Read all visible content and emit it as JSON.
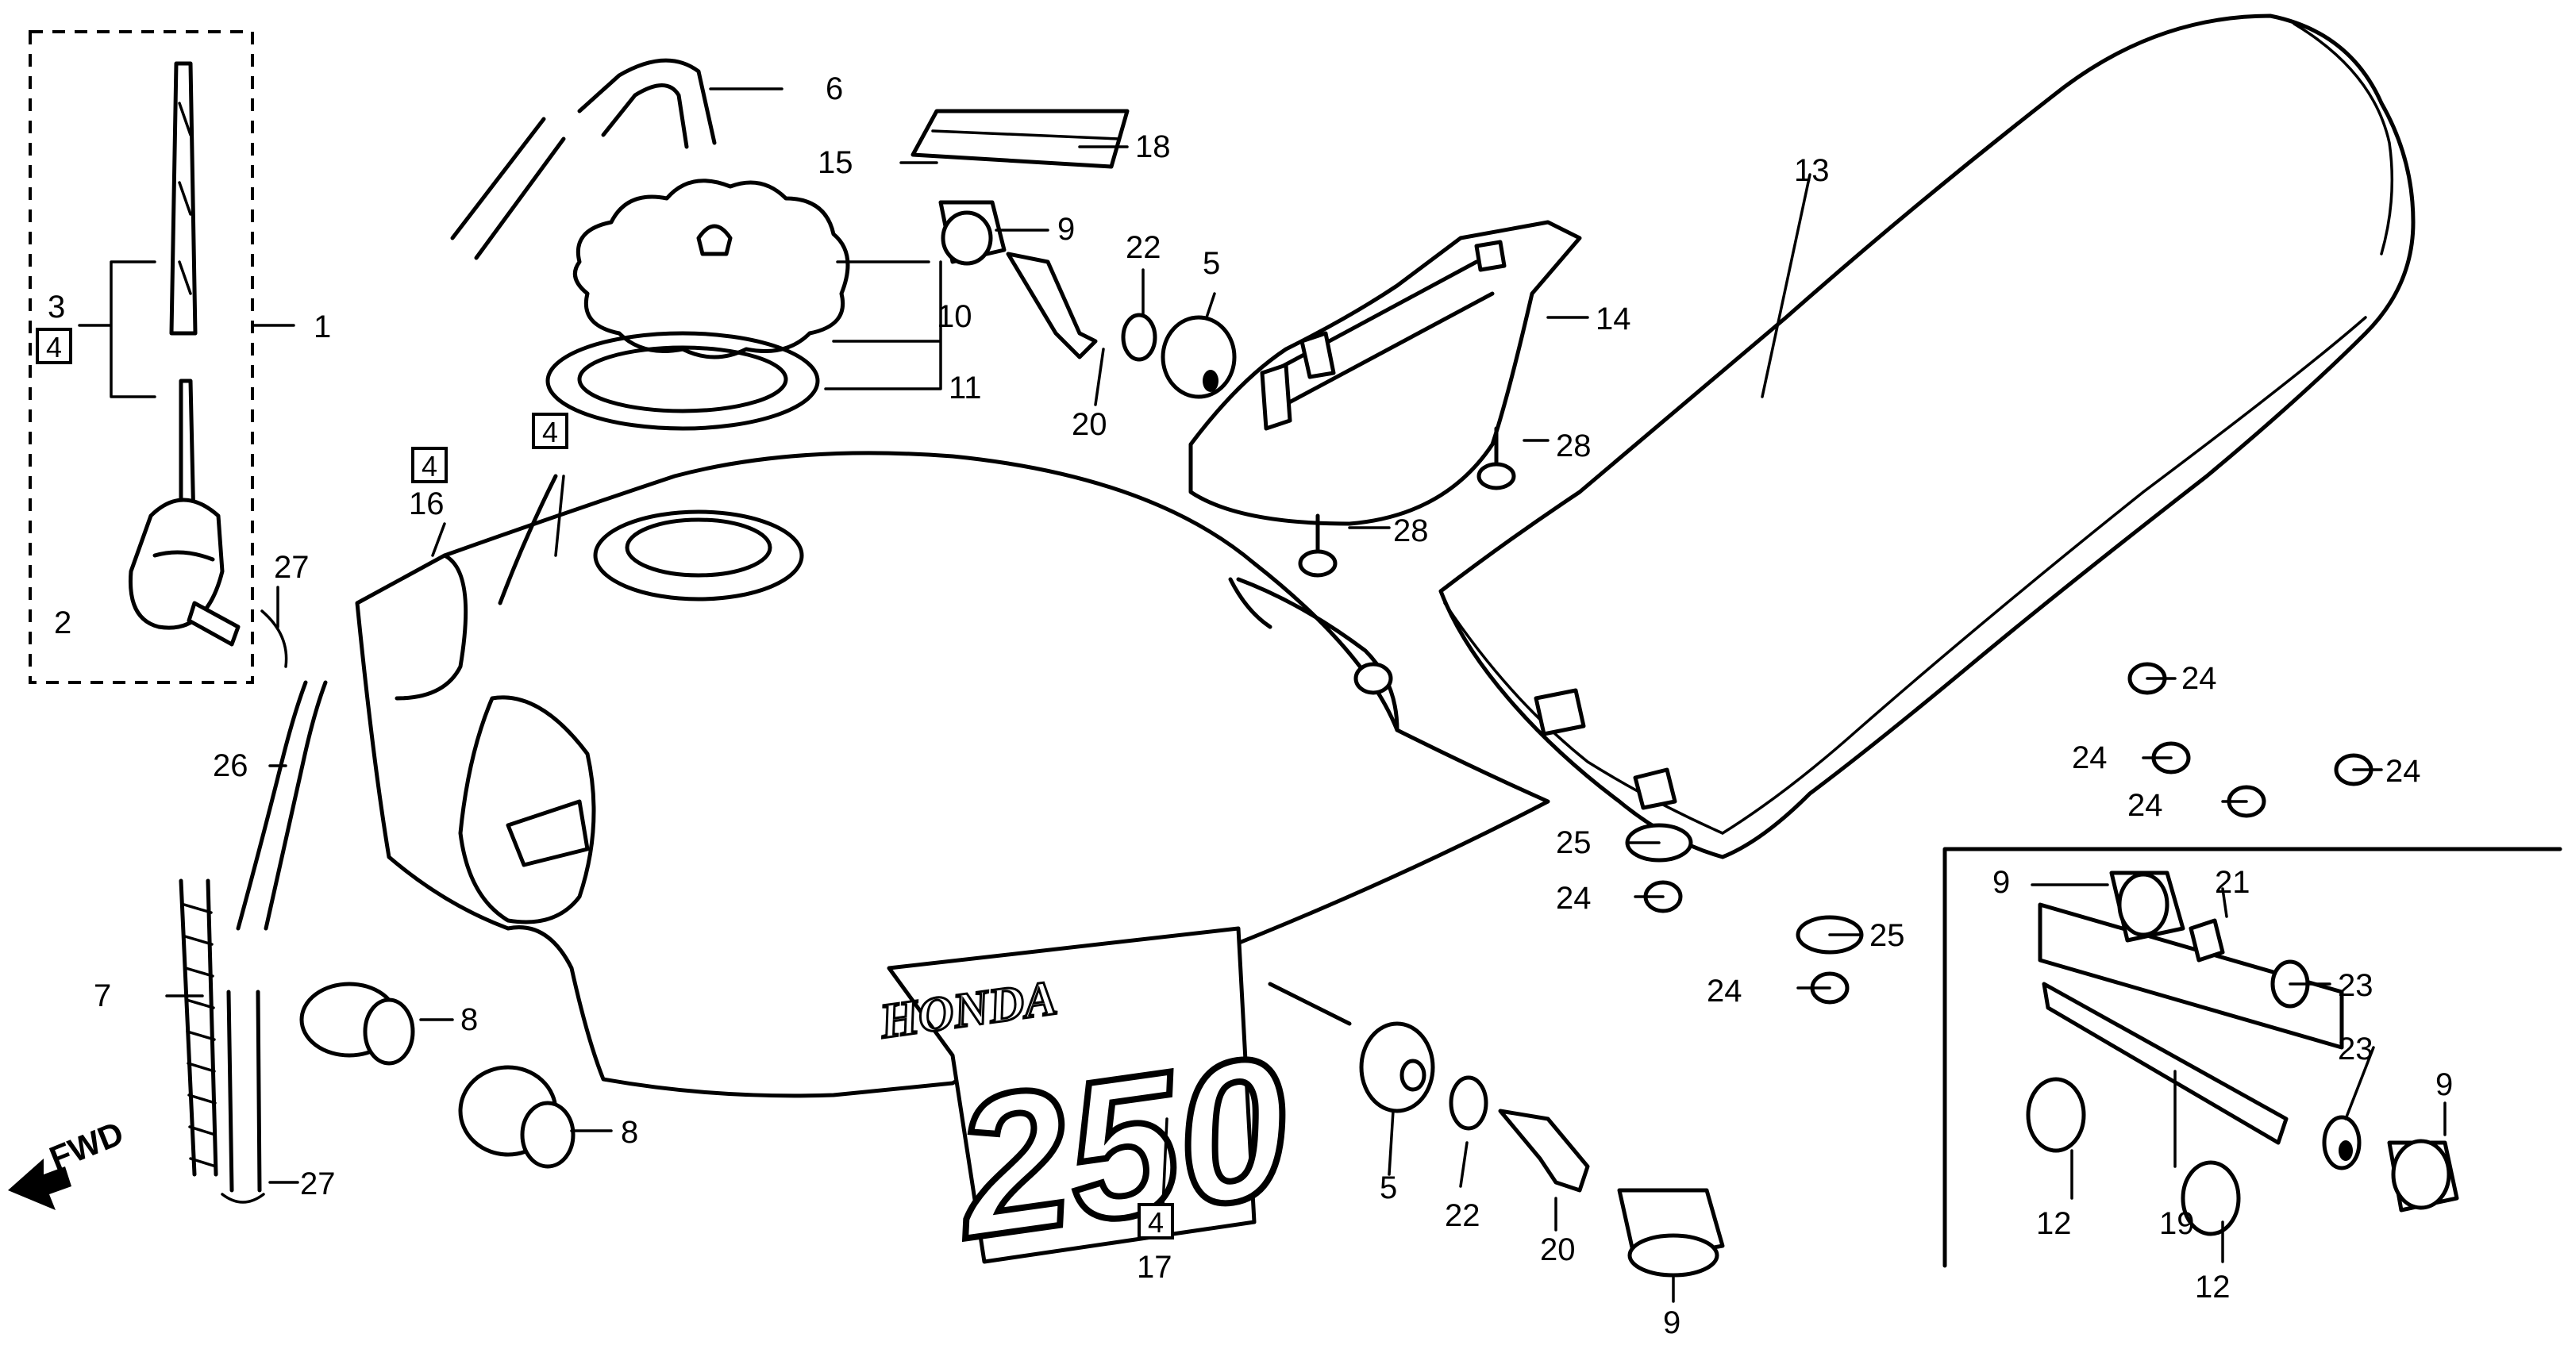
{
  "labels": {
    "p1": "1",
    "p2": "2",
    "p3": "3",
    "p4_a": "4",
    "p4_b": "4",
    "p4_c": "4",
    "p4_d": "4",
    "p5_a": "5",
    "p5_b": "5",
    "p6": "6",
    "p7": "7",
    "p8_a": "8",
    "p8_b": "8",
    "p9_a": "9",
    "p9_b": "9",
    "p9_c": "9",
    "p9_d": "9",
    "p10": "10",
    "p11": "11",
    "p12_a": "12",
    "p12_b": "12",
    "p13": "13",
    "p14": "14",
    "p15": "15",
    "p16": "16",
    "p17": "17",
    "p18": "18",
    "p19": "19",
    "p20_a": "20",
    "p20_b": "20",
    "p21": "21",
    "p22_a": "22",
    "p22_b": "22",
    "p23_a": "23",
    "p23_b": "23",
    "p24_a": "24",
    "p24_b": "24",
    "p24_c": "24",
    "p24_d": "24",
    "p24_e": "24",
    "p24_f": "24",
    "p25_a": "25",
    "p25_b": "25",
    "p26": "26",
    "p27_a": "27",
    "p27_b": "27",
    "p28_a": "28",
    "p28_b": "28"
  },
  "decal": {
    "brand": "HONDA",
    "model": "250"
  },
  "direction": "FWD"
}
